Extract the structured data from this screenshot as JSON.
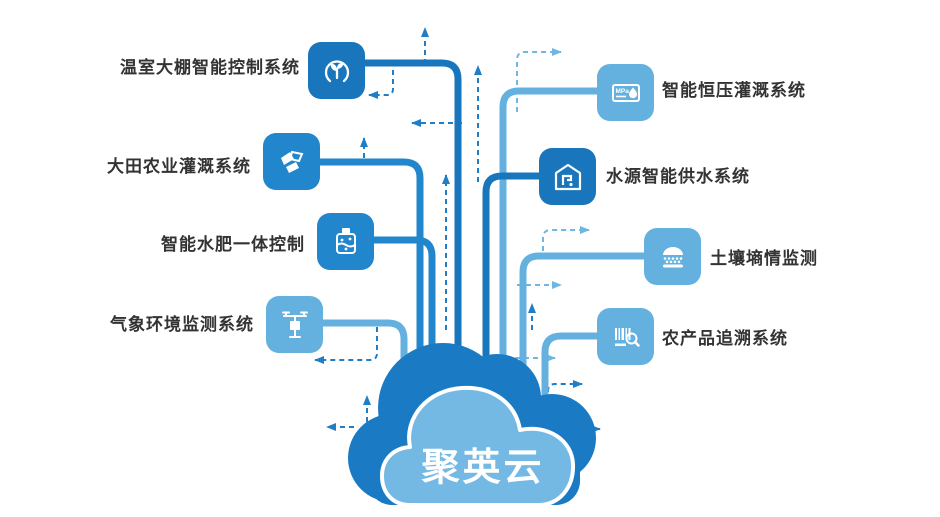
{
  "diagram": {
    "cloud_label": "聚英云",
    "left_systems": [
      {
        "label": "温室大棚智能控制系统",
        "icon": "greenhouse-smart-control-icon",
        "color": "#1975bc"
      },
      {
        "label": "大田农业灌溉系统",
        "icon": "field-irrigation-icon",
        "color": "#2286cc"
      },
      {
        "label": "智能水肥一体控制",
        "icon": "water-fertilizer-control-icon",
        "color": "#2286cc"
      },
      {
        "label": "气象环境监测系统",
        "icon": "weather-station-icon",
        "color": "#64b0de"
      }
    ],
    "right_systems": [
      {
        "label": "智能恒压灌溉系统",
        "icon": "constant-pressure-irrigation-icon",
        "color": "#64b0de",
        "badge": "MPa"
      },
      {
        "label": "水源智能供水系统",
        "icon": "water-supply-icon",
        "color": "#1975bc"
      },
      {
        "label": "土壤墒情监测",
        "icon": "soil-moisture-icon",
        "color": "#64b0de"
      },
      {
        "label": "农产品追溯系统",
        "icon": "product-traceability-icon",
        "color": "#64b0de"
      }
    ],
    "colors": {
      "dark_blue": "#1975bc",
      "medium_blue": "#2286cc",
      "light_blue": "#64b0de",
      "cloud_back": "#1b7ac4",
      "cloud_front": "#74b8e4",
      "dashed_dark": "#1f7ec6",
      "dashed_light": "#6fb6e3",
      "text": "#333333",
      "background": "#ffffff"
    }
  }
}
